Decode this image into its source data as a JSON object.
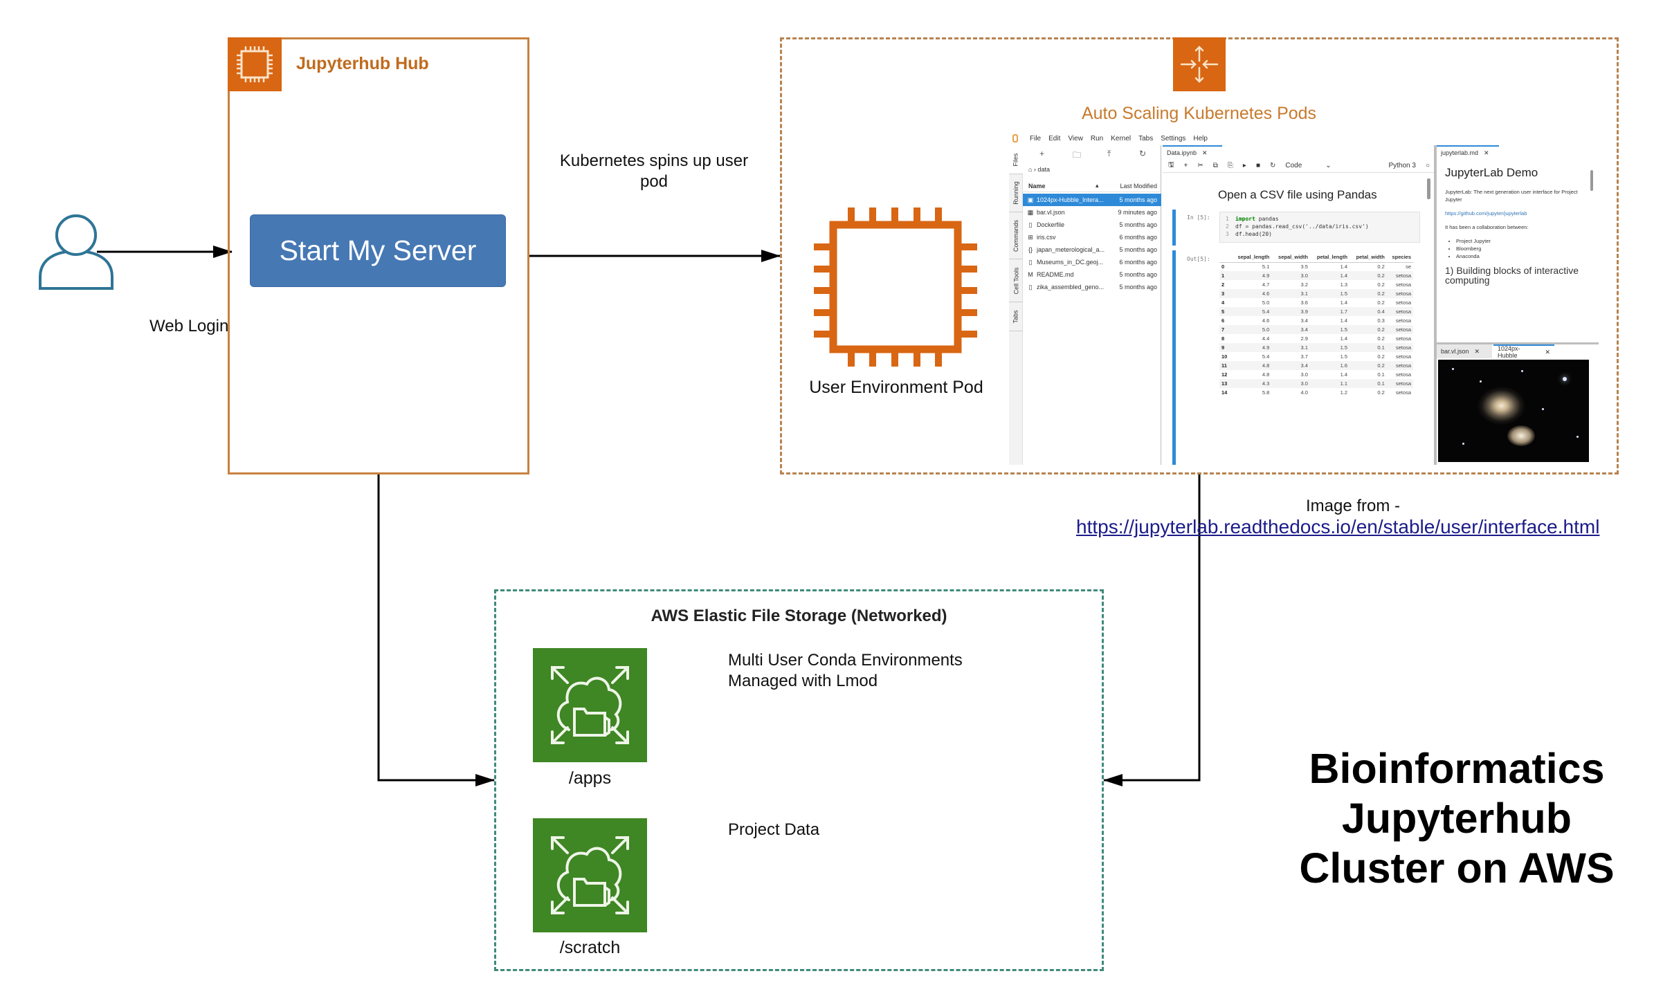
{
  "title": {
    "lines": [
      "Bioinformatics",
      "Jupyterhub",
      "Cluster on AWS"
    ]
  },
  "user": {
    "icon": "user-icon",
    "web_login_label": "Web Login"
  },
  "hub": {
    "title": "Jupyterhub Hub",
    "icon": "cpu-chip-icon",
    "start_button_label": "Start My Server"
  },
  "connector_labels": {
    "k8s_spin_up": "Kubernetes spins up user pod"
  },
  "autoscale": {
    "title": "Auto Scaling Kubernetes Pods",
    "icon": "auto-scaling-icon",
    "pod_label": "User Environment Pod"
  },
  "jupyterlab": {
    "menu": [
      "File",
      "Edit",
      "View",
      "Run",
      "Kernel",
      "Tabs",
      "Settings",
      "Help"
    ],
    "side_tabs": [
      "Files",
      "Running",
      "Commands",
      "Cell Tools",
      "Tabs"
    ],
    "file_browser": {
      "breadcrumb": "⌂ › data",
      "col_name": "Name",
      "col_modified": "Last Modified",
      "files": [
        {
          "name": "1024px-Hubble_Intera...",
          "modified": "5 months ago",
          "icon": "image-file-icon",
          "selected": true
        },
        {
          "name": "bar.vl.json",
          "modified": "9 minutes ago",
          "icon": "vega-file-icon",
          "selected": false
        },
        {
          "name": "Dockerfile",
          "modified": "5 months ago",
          "icon": "file-icon",
          "selected": false
        },
        {
          "name": "iris.csv",
          "modified": "6 months ago",
          "icon": "spreadsheet-icon",
          "selected": false
        },
        {
          "name": "japan_meterological_a...",
          "modified": "5 months ago",
          "icon": "json-file-icon",
          "selected": false
        },
        {
          "name": "Museums_in_DC.geoj...",
          "modified": "6 months ago",
          "icon": "file-icon",
          "selected": false
        },
        {
          "name": "README.md",
          "modified": "5 months ago",
          "icon": "markdown-icon",
          "selected": false
        },
        {
          "name": "zika_assembled_geno...",
          "modified": "5 months ago",
          "icon": "file-icon",
          "selected": false
        }
      ]
    },
    "notebook": {
      "tab_label": "Data.ipynb",
      "cell_type": "Code",
      "kernel": "Python 3",
      "heading": "Open a CSV file using Pandas",
      "in_prompt": "In [5]:",
      "out_prompt": "Out[5]:",
      "code_lines": [
        {
          "num": "1",
          "kw": "import",
          "rest": " pandas"
        },
        {
          "num": "2",
          "kw": "",
          "rest": "df = pandas.read_csv('../data/iris.csv')"
        },
        {
          "num": "3",
          "kw": "",
          "rest": "df.head(20)"
        }
      ],
      "table": {
        "columns": [
          "",
          "sepal_length",
          "sepal_width",
          "petal_length",
          "petal_width",
          "species"
        ],
        "rows": [
          [
            "0",
            "5.1",
            "3.5",
            "1.4",
            "0.2",
            "se"
          ],
          [
            "1",
            "4.9",
            "3.0",
            "1.4",
            "0.2",
            "setosa"
          ],
          [
            "2",
            "4.7",
            "3.2",
            "1.3",
            "0.2",
            "setosa"
          ],
          [
            "3",
            "4.6",
            "3.1",
            "1.5",
            "0.2",
            "setosa"
          ],
          [
            "4",
            "5.0",
            "3.6",
            "1.4",
            "0.2",
            "setosa"
          ],
          [
            "5",
            "5.4",
            "3.9",
            "1.7",
            "0.4",
            "setosa"
          ],
          [
            "6",
            "4.6",
            "3.4",
            "1.4",
            "0.3",
            "setosa"
          ],
          [
            "7",
            "5.0",
            "3.4",
            "1.5",
            "0.2",
            "setosa"
          ],
          [
            "8",
            "4.4",
            "2.9",
            "1.4",
            "0.2",
            "setosa"
          ],
          [
            "9",
            "4.9",
            "3.1",
            "1.5",
            "0.1",
            "setosa"
          ],
          [
            "10",
            "5.4",
            "3.7",
            "1.5",
            "0.2",
            "setosa"
          ],
          [
            "11",
            "4.8",
            "3.4",
            "1.6",
            "0.2",
            "setosa"
          ],
          [
            "12",
            "4.8",
            "3.0",
            "1.4",
            "0.1",
            "setosa"
          ],
          [
            "13",
            "4.3",
            "3.0",
            "1.1",
            "0.1",
            "setosa"
          ],
          [
            "14",
            "5.8",
            "4.0",
            "1.2",
            "0.2",
            "setosa"
          ]
        ]
      }
    },
    "markdown": {
      "tab_label": "jupyterlab.md",
      "title": "JupyterLab Demo",
      "para1": "JupyterLab: The next generation user interface for Project Jupyter",
      "link": "https://github.com/jupyter/jupyterlab",
      "para2": "It has been a collaboration between:",
      "list": [
        "Project Jupyter",
        "Bloomberg",
        "Anaconda"
      ],
      "h2": "1) Building blocks of interactive computing"
    },
    "image_viewer": {
      "tabs": [
        "bar.vl.json",
        "1024px-Hubble"
      ]
    }
  },
  "credit": {
    "label": "Image from -",
    "link": "https://jupyterlab.readthedocs.io/en/stable/user/interface.html"
  },
  "efs": {
    "title": "AWS Elastic File Storage (Networked)",
    "mounts": [
      {
        "path": "/apps",
        "description": "Multi User Conda Environments Managed with Lmod",
        "icon": "efs-icon"
      },
      {
        "path": "/scratch",
        "description": "Project Data",
        "icon": "efs-icon"
      }
    ]
  },
  "colors": {
    "aws_orange": "#d86613",
    "hub_border": "#c8813e",
    "button_blue": "#4678b4",
    "user_icon_teal": "#2f7596",
    "efs_green": "#3f8624",
    "efs_border": "#3e8a7a",
    "link_blue": "#1b1b8a"
  }
}
